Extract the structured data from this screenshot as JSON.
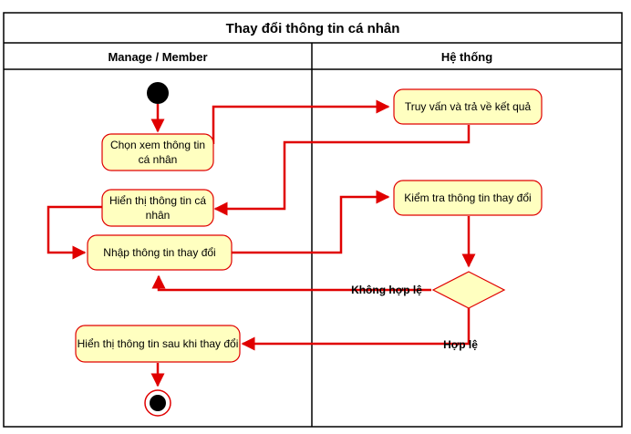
{
  "diagram": {
    "title": "Thay đổi thông tin cá nhân",
    "lanes": {
      "left": "Manage / Member",
      "right": "Hệ thống"
    },
    "nodes": {
      "view_info": [
        "Chọn xem thông tin",
        "cá nhân"
      ],
      "query_return": "Truy vấn và trả về kết quả",
      "show_info": [
        "Hiển thị thông tin cá",
        "nhân"
      ],
      "enter_change": "Nhập thông tin thay đổi",
      "check_change": "Kiểm tra thông tin thay đổi",
      "show_after": "Hiển thị thông tin sau khi thay đổi"
    },
    "guards": {
      "invalid": "Không hợp lệ",
      "valid": "Hợp lệ"
    },
    "colors": {
      "line": "#e00000",
      "fill": "#ffffc0",
      "border": "#000000",
      "title_bg": "#ffffff"
    }
  }
}
